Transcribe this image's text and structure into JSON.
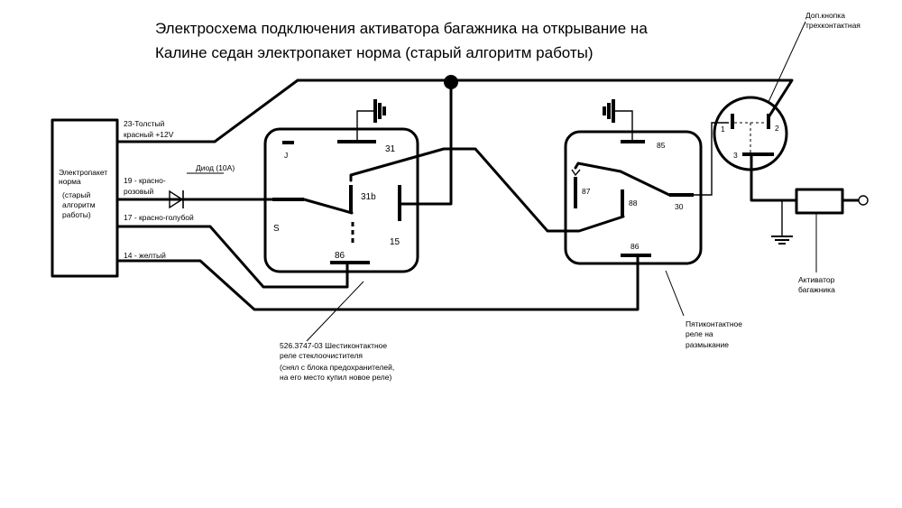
{
  "title": {
    "line1": "Электросхема подключения активатора багажника на открывание на",
    "line2": "Калине седан электропакет норма (старый алгоритм работы)"
  },
  "ecu": {
    "name1": "Электропакет",
    "name2": "норма",
    "note1": "(старый",
    "note2": "алгоритм",
    "note3": "работы)"
  },
  "wires": {
    "w23_line1": "23-Толстый",
    "w23_line2": "красный  +12V",
    "w19_line1": "19 - красно-",
    "w19_line2": "розовый",
    "w17": "17 - красно-голубой",
    "w14": "14 - желтый"
  },
  "diode": {
    "label": "Диод (10А)"
  },
  "relay6": {
    "pins": {
      "j": "J",
      "p31": "31",
      "p31b": "31b",
      "s": "S",
      "p15": "15",
      "p86": "86"
    },
    "caption": [
      "526.3747-03 Шестиконтактное",
      "реле стеклоочистителя",
      "(снял с блока предохранителей,",
      "на его место купил новое реле)"
    ]
  },
  "relay5": {
    "pins": {
      "p85": "85",
      "p87": "87",
      "p88": "88",
      "p30": "30",
      "p86": "86"
    },
    "caption": [
      "Пятиконтактное",
      "реле на",
      "размыкание"
    ]
  },
  "button": {
    "caption1": "Доп.кнопка",
    "caption2": "трехконтактная",
    "pins": {
      "p1": "1",
      "p2": "2",
      "p3": "3"
    }
  },
  "actuator": {
    "caption1": "Активатор",
    "caption2": "багажника"
  }
}
